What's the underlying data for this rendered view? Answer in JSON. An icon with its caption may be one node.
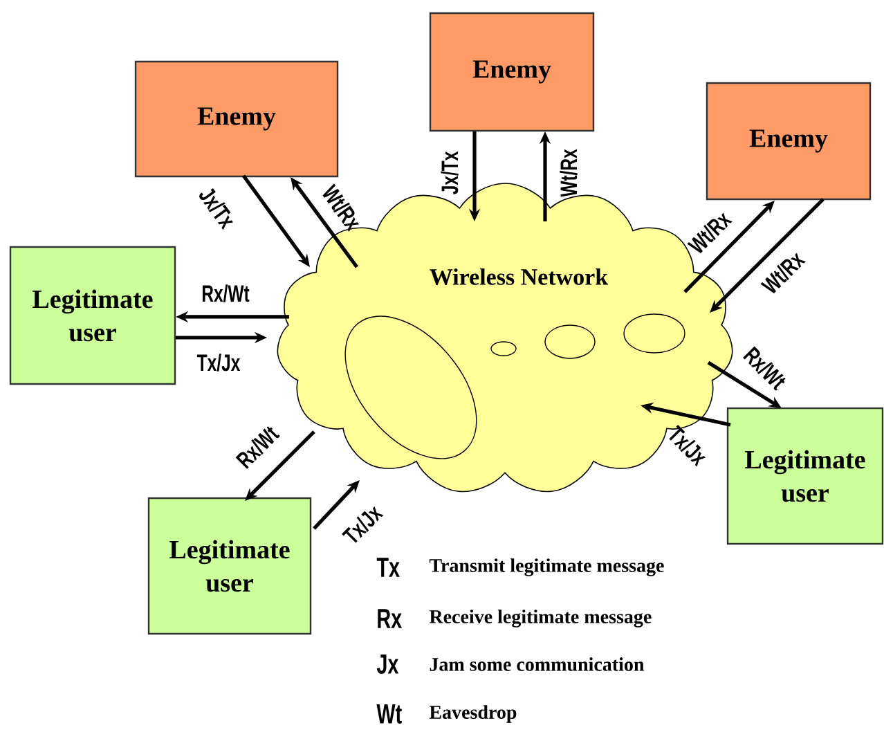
{
  "diagram": {
    "nodes": [
      {
        "text": [
          "Enemy"
        ]
      },
      {
        "text": [
          "Enemy"
        ]
      },
      {
        "text": [
          "Enemy"
        ]
      },
      {
        "text": [
          "Wireless Network"
        ]
      },
      {
        "text": [
          "Legitimate user"
        ]
      },
      {
        "text": [
          "Legitimate user"
        ]
      },
      {
        "text": [
          "Legitimate user"
        ]
      }
    ],
    "edges": [
      {
        "from": 0,
        "to": 3,
        "arrow": "to",
        "label": "Jx/Tx"
      },
      {
        "from": 3,
        "to": 0,
        "arrow": "to",
        "label": "Wt/Rx"
      },
      {
        "from": 1,
        "to": 3,
        "arrow": "to",
        "label": "Jx/Tx"
      },
      {
        "from": 3,
        "to": 1,
        "arrow": "to",
        "label": "Wt/Rx"
      },
      {
        "from": 3,
        "to": 2,
        "arrow": "to",
        "label": "Wt/Rx"
      },
      {
        "from": 2,
        "to": 3,
        "arrow": "to",
        "label": "Wt/Rx"
      },
      {
        "from": 3,
        "to": 4,
        "arrow": "to",
        "label": "Rx/Wt"
      },
      {
        "from": 4,
        "to": 3,
        "arrow": "to",
        "label": "Tx/Jx"
      },
      {
        "from": 3,
        "to": 6,
        "arrow": "to",
        "label": "Rx/Wt"
      },
      {
        "from": 6,
        "to": 3,
        "arrow": "to",
        "label": "Tx/Jx"
      },
      {
        "from": 3,
        "to": 5,
        "arrow": "to",
        "label": "Rx/Wt"
      },
      {
        "from": 5,
        "to": 3,
        "arrow": "to",
        "label": "Tx/Jx"
      }
    ],
    "labels": [
      "Tx",
      "Transmit legitimate message",
      "Rx",
      "Receive legitimate message",
      "Jx",
      "Jam some communication",
      "Wt",
      "Eavesdrop"
    ]
  }
}
